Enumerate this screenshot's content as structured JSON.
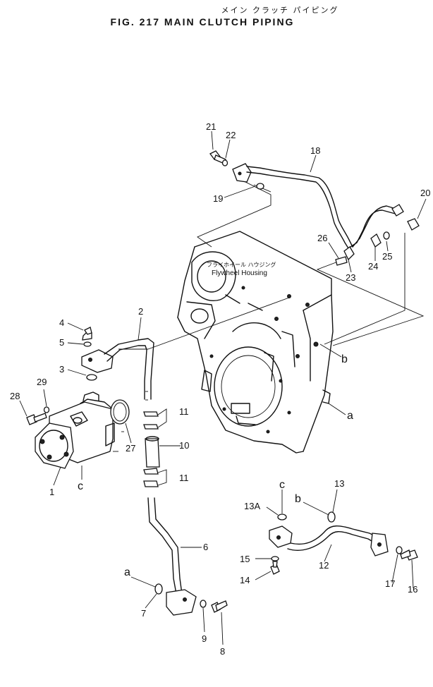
{
  "title": {
    "jp": "メイン クラッチ パイピング",
    "en": "FIG. 217  MAIN CLUTCH PIPING"
  },
  "housing": {
    "label_jp": "フライホイール ハウジング",
    "label_en": "Flywheel Housing"
  },
  "callouts": {
    "p1": "1",
    "p2": "2",
    "p3": "3",
    "p4": "4",
    "p5": "5",
    "p6": "6",
    "p7": "7",
    "p8": "8",
    "p9": "9",
    "p10": "10",
    "p11a": "11",
    "p11b": "11",
    "p12": "12",
    "p13": "13",
    "p13a": "13A",
    "p14": "14",
    "p15": "15",
    "p16": "16",
    "p17": "17",
    "p18": "18",
    "p19": "19",
    "p20": "20",
    "p21": "21",
    "p22": "22",
    "p23": "23",
    "p24": "24",
    "p25": "25",
    "p26": "26",
    "p27": "27",
    "p28": "28",
    "p29": "29"
  },
  "refs": {
    "a1": "a",
    "a2": "a",
    "b1": "b",
    "b2": "b",
    "c1": "c",
    "c2": "c"
  }
}
